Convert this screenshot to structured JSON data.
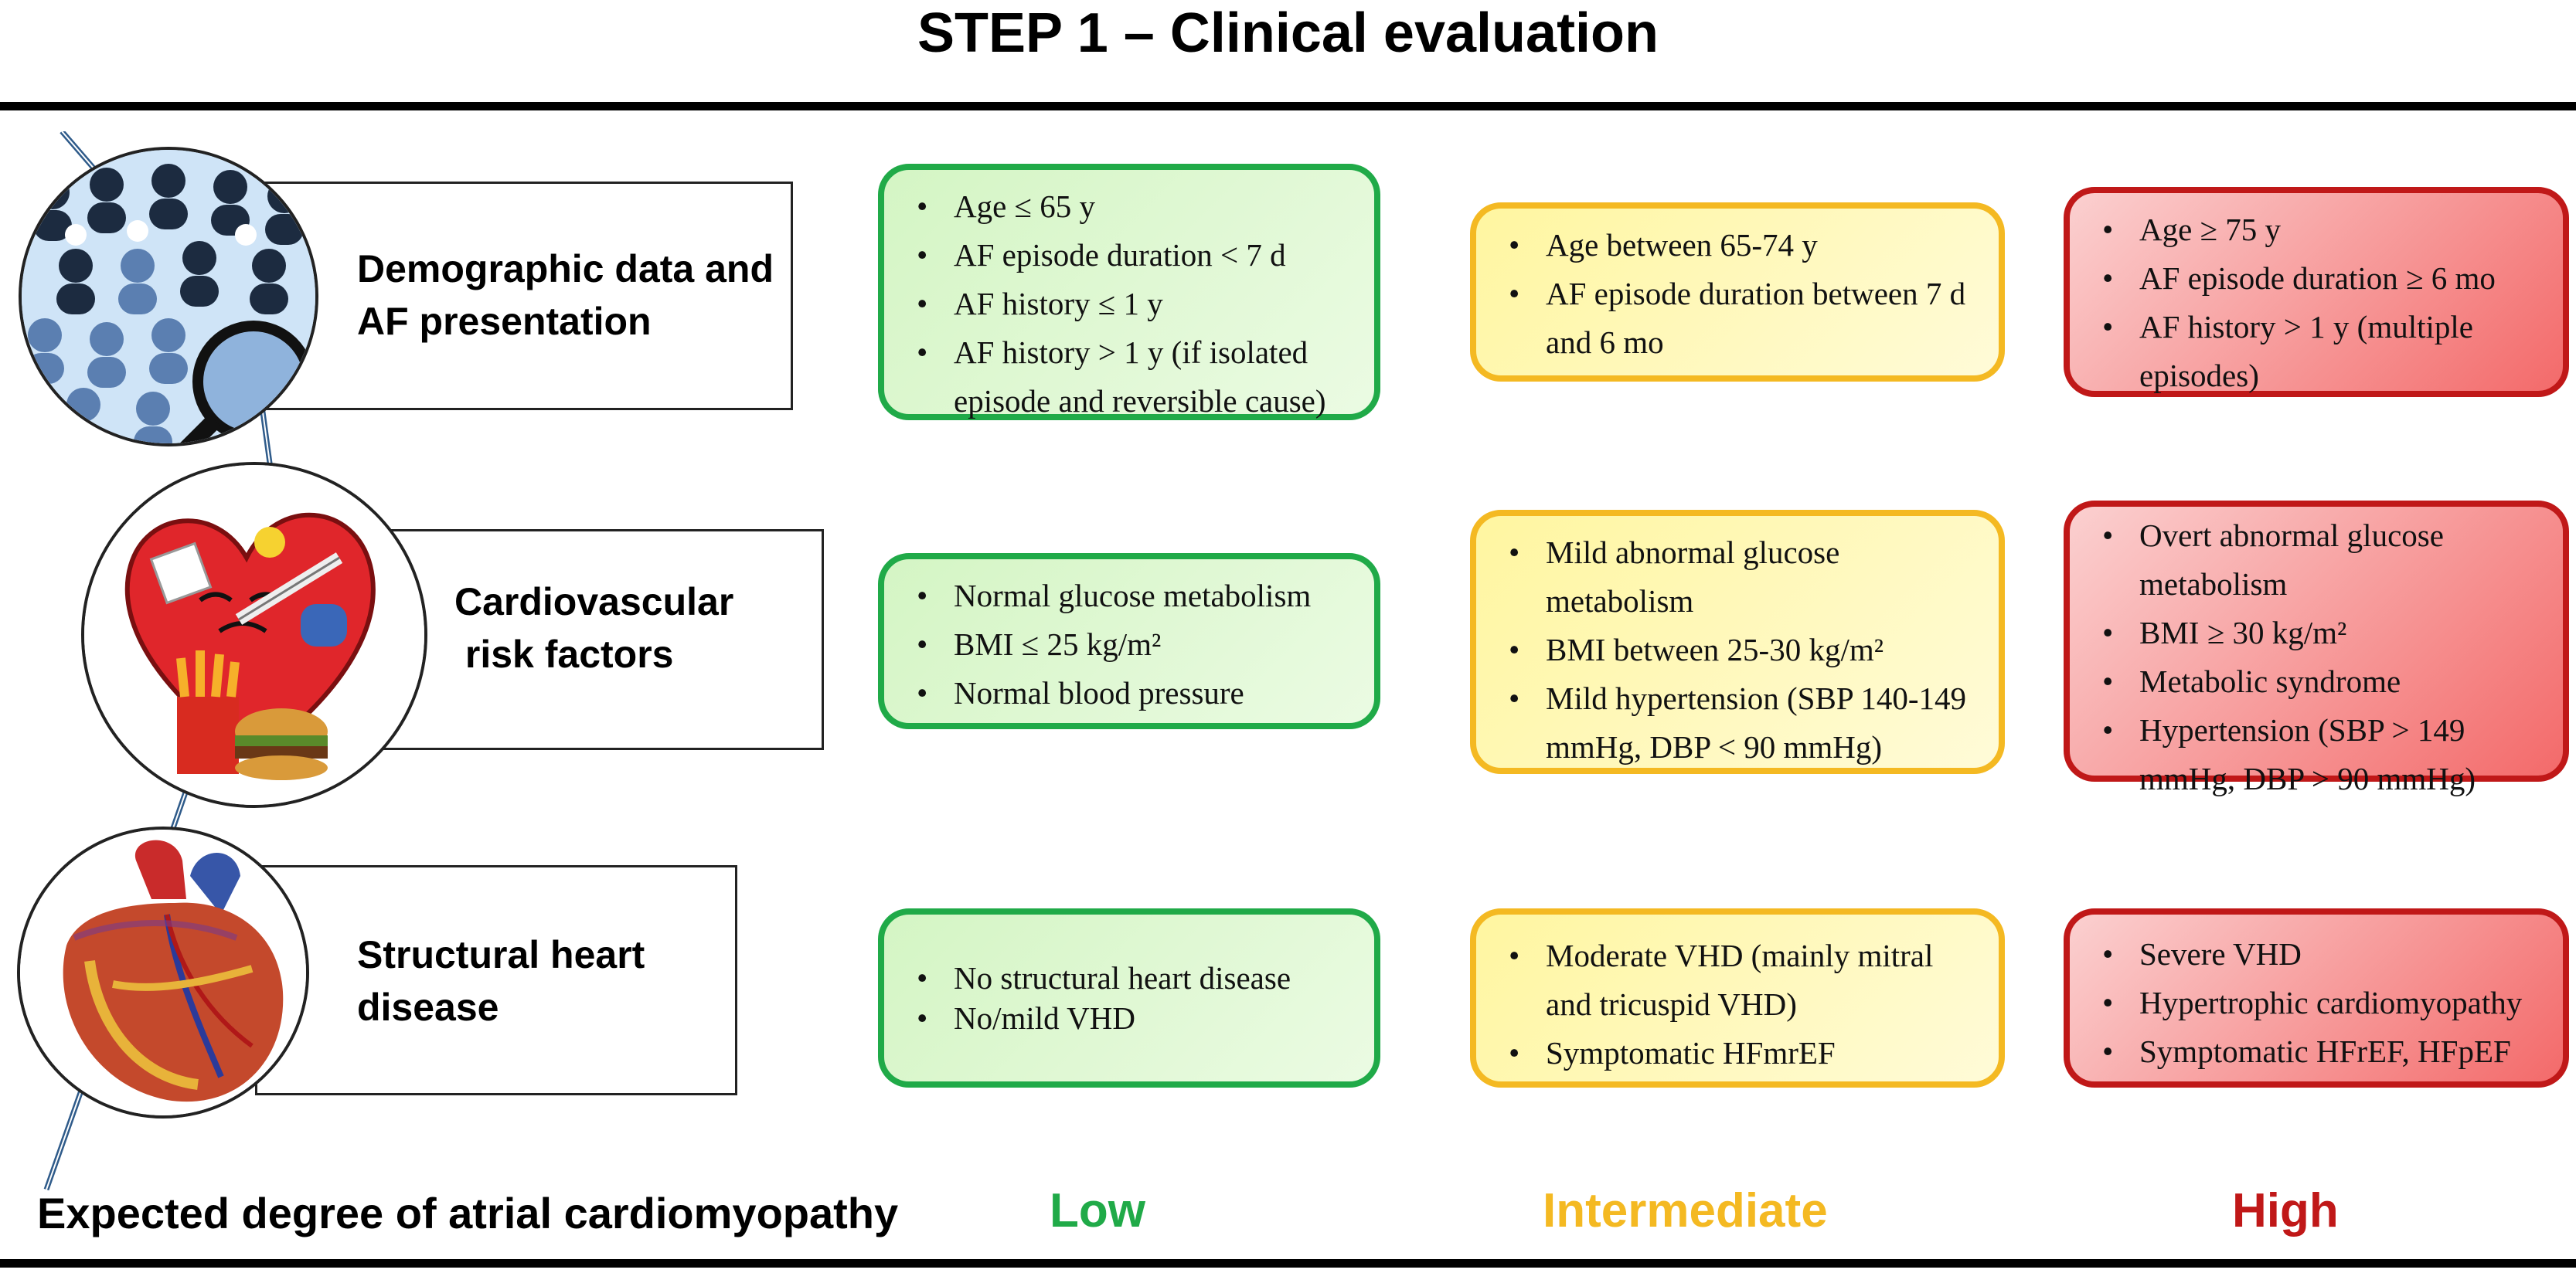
{
  "title": "STEP 1 – Clinical evaluation",
  "rows": [
    {
      "label_lines": [
        "Demographic data and",
        "AF presentation"
      ],
      "icon": "crowd-magnifier-icon",
      "low": [
        "Age ≤ 65 y",
        "AF episode duration < 7 d",
        "AF history ≤ 1 y",
        "AF history > 1 y (if isolated episode and reversible cause)"
      ],
      "intermediate": [
        "Age between 65-74 y",
        "AF episode duration between 7 d and 6 mo"
      ],
      "high": [
        "Age ≥ 75 y",
        "AF episode duration ≥ 6 mo",
        "AF history > 1 y (multiple episodes)"
      ]
    },
    {
      "label_lines": [
        "Cardiovascular",
        " risk factors"
      ],
      "icon": "sick-heart-junk-food-icon",
      "low": [
        "Normal glucose metabolism",
        "BMI ≤ 25 kg/m²",
        "Normal blood pressure"
      ],
      "intermediate": [
        "Mild abnormal glucose metabolism",
        "BMI between 25-30 kg/m²",
        "Mild hypertension (SBP 140-149 mmHg, DBP < 90 mmHg)"
      ],
      "high": [
        "Overt abnormal glucose metabolism",
        "BMI  ≥ 30 kg/m²",
        "Metabolic syndrome",
        "Hypertension (SBP > 149 mmHg, DBP > 90 mmHg)"
      ]
    },
    {
      "label_lines": [
        "Structural heart",
        "disease"
      ],
      "icon": "anatomical-heart-icon",
      "low": [
        "No structural heart disease",
        "No/mild VHD"
      ],
      "intermediate": [
        "Moderate VHD  (mainly mitral and tricuspid VHD)",
        "Symptomatic HFmrEF"
      ],
      "high": [
        "Severe VHD",
        "Hypertrophic cardiomyopathy",
        "Symptomatic HFrEF, HFpEF"
      ]
    }
  ],
  "footer": {
    "label": "Expected degree of atrial cardiomyopathy",
    "low": "Low",
    "intermediate": "Intermediate",
    "high": "High"
  },
  "colors": {
    "low": "#20aa48",
    "intermediate": "#f4b922",
    "high": "#c01818"
  }
}
